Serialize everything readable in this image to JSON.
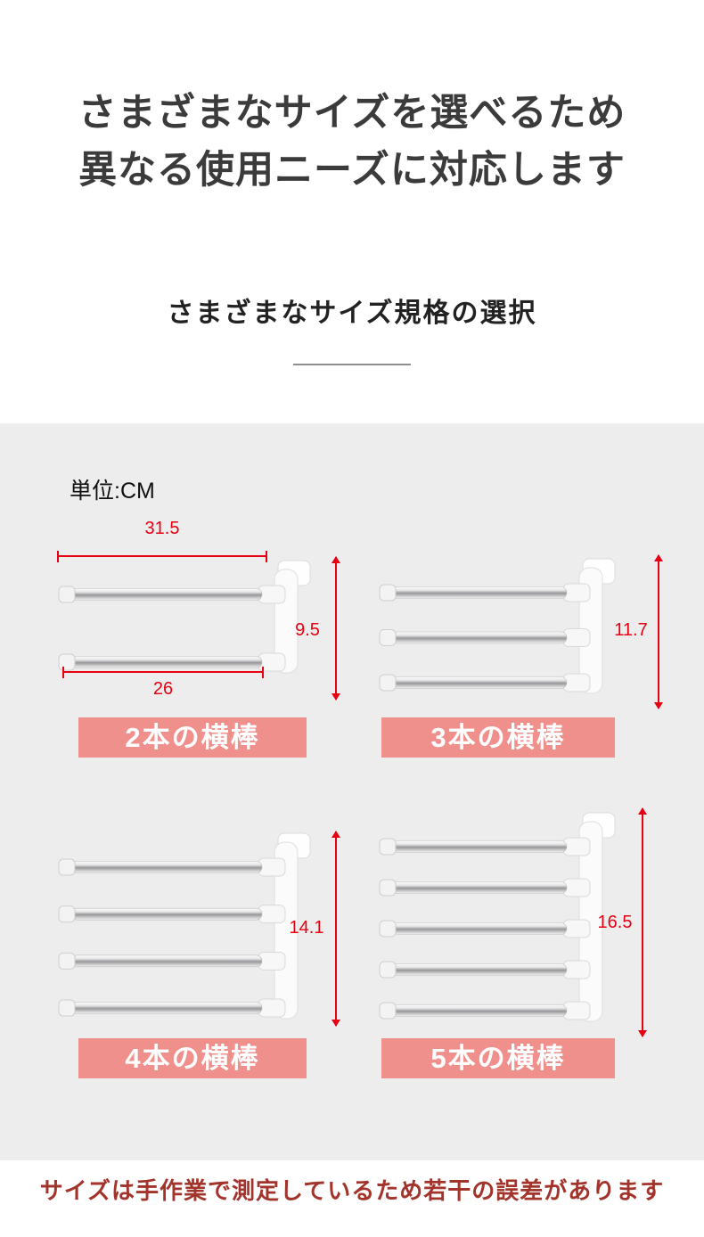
{
  "header": {
    "title_line1": "さまざまなサイズを選べるため",
    "title_line2": "異なる使用ニーズに対応します",
    "subtitle": "さまざまなサイズ規格の選択"
  },
  "panel": {
    "unit_label": "単位:CM",
    "products": [
      {
        "bars": 2,
        "label": "2本の横棒",
        "dim_width_outer": "31.5",
        "dim_width_inner": "26",
        "dim_height": "9.5"
      },
      {
        "bars": 3,
        "label": "3本の横棒",
        "dim_height": "11.7"
      },
      {
        "bars": 4,
        "label": "4本の横棒",
        "dim_height": "14.1"
      },
      {
        "bars": 5,
        "label": "5本の横棒",
        "dim_height": "16.5"
      }
    ]
  },
  "footer": {
    "note": "サイズは手作業で測定しているため若干の誤差があります"
  },
  "colors": {
    "dimension_red": "#e60012",
    "label_pink": "#f0908c",
    "panel_gray": "#ededed",
    "heading": "#3b3b3b",
    "note_red": "#a2342b"
  }
}
